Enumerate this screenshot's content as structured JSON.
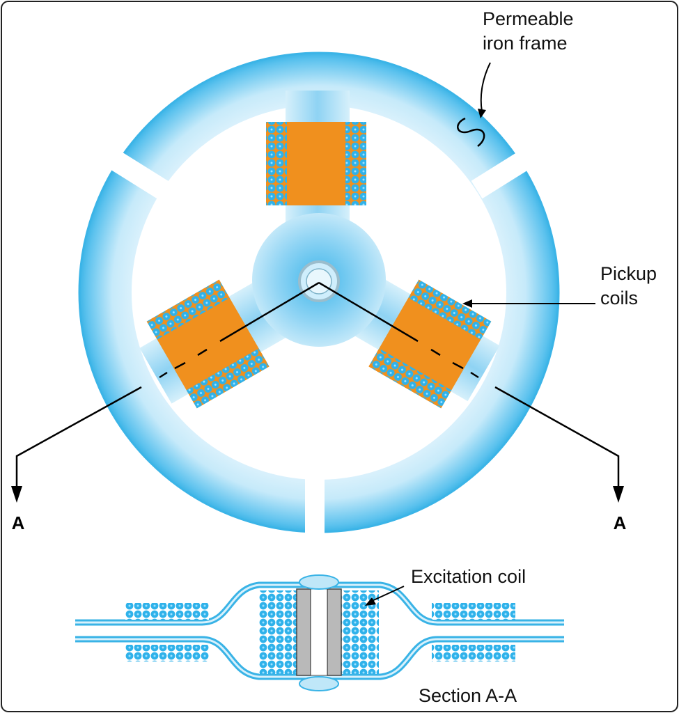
{
  "labels": {
    "frame_line1": "Permeable",
    "frame_line2": "iron frame",
    "pickup_line1": "Pickup",
    "pickup_line2": "coils",
    "excitation": "Excitation coil",
    "section": "Section A-A",
    "section_mark_left": "A",
    "section_mark_right": "A"
  },
  "colors": {
    "frame_light": "#e9f7fd",
    "frame_mid": "#bfe7f8",
    "frame_edge": "#39b3e6",
    "coil_orange": "#f0901e",
    "winding_blue": "#2fb2ea",
    "winding_dot": "#f0901e",
    "core_gray": "#b9b9b9",
    "line": "#000000"
  }
}
